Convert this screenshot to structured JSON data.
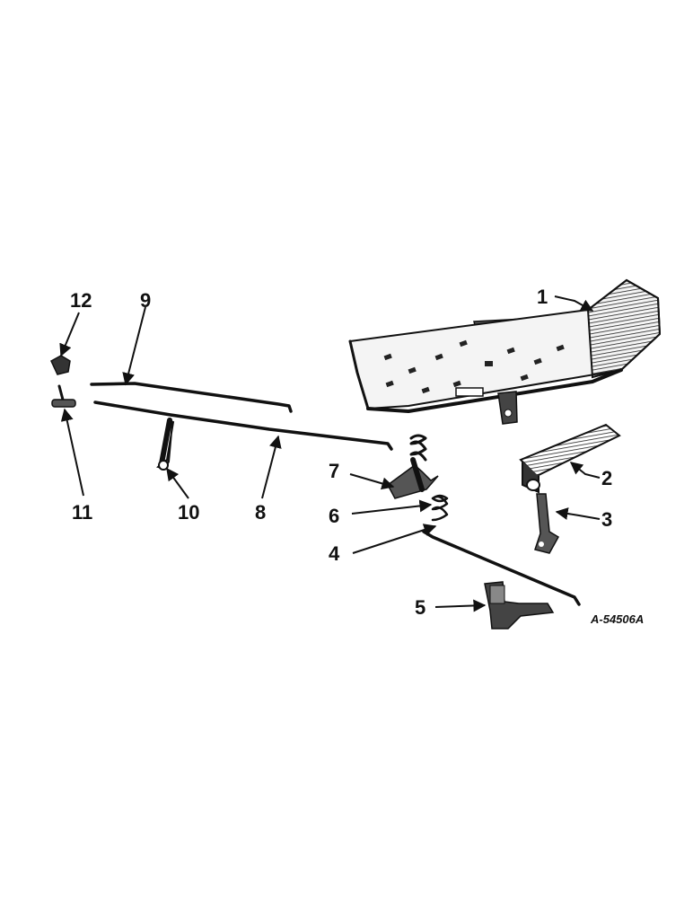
{
  "diagram": {
    "reference_code": "A-54506A",
    "callouts": [
      "1",
      "2",
      "3",
      "4",
      "5",
      "6",
      "7",
      "8",
      "9",
      "10",
      "11",
      "12"
    ]
  }
}
